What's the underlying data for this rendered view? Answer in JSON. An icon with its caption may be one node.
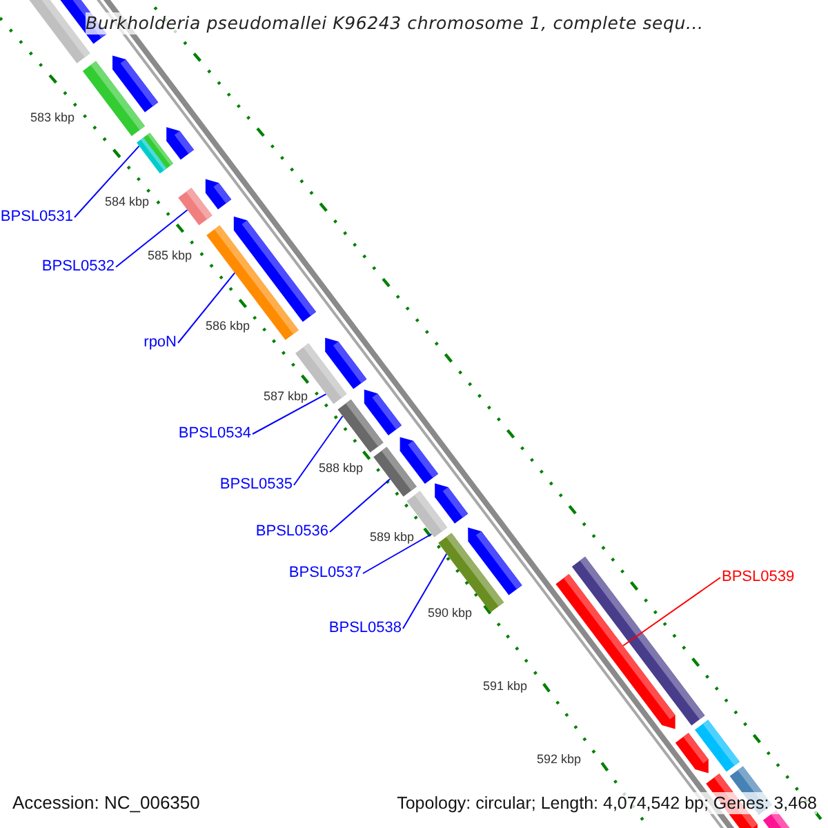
{
  "diagram": {
    "title": "Burkholderia pseudomallei K96243 chromosome 1, complete sequ...",
    "nodes": [
      {
        "text": [
          "BPSL0531"
        ]
      },
      {
        "text": [
          "BPSL0532"
        ]
      },
      {
        "text": [
          "rpoN"
        ]
      },
      {
        "text": [
          "BPSL0534"
        ]
      },
      {
        "text": [
          "BPSL0535"
        ]
      },
      {
        "text": [
          "BPSL0536"
        ]
      },
      {
        "text": [
          "BPSL0537"
        ]
      },
      {
        "text": [
          "BPSL0538"
        ]
      },
      {
        "text": [
          "BPSL0539"
        ]
      },
      {
        "text": [],
        "shape": "bar"
      },
      {
        "text": [],
        "shape": "bar"
      },
      {
        "text": [],
        "shape": "bar"
      },
      {
        "text": [],
        "shape": "bar"
      },
      {
        "text": [],
        "shape": "bar"
      },
      {
        "text": [],
        "shape": "bar"
      },
      {
        "text": [],
        "shape": "bar"
      },
      {
        "text": [],
        "shape": "bar"
      },
      {
        "text": [],
        "shape": "arrow"
      }
    ],
    "edges": [
      {
        "from": 0,
        "to": 9,
        "arrow": "none"
      },
      {
        "from": 1,
        "to": 10,
        "arrow": "none"
      },
      {
        "from": 2,
        "to": 11,
        "arrow": "none"
      },
      {
        "from": 3,
        "to": 12,
        "arrow": "none"
      },
      {
        "from": 4,
        "to": 13,
        "arrow": "none"
      },
      {
        "from": 5,
        "to": 14,
        "arrow": "none"
      },
      {
        "from": 6,
        "to": 15,
        "arrow": "none"
      },
      {
        "from": 7,
        "to": 16,
        "arrow": "none"
      },
      {
        "from": 8,
        "to": 17,
        "arrow": "none",
        "color": "#ff0000"
      }
    ],
    "labels": [
      "583 kbp",
      "584 kbp",
      "585 kbp",
      "586 kbp",
      "587 kbp",
      "588 kbp",
      "589 kbp",
      "590 kbp",
      "591 kbp",
      "592 kbp",
      "Accession: NC_006350",
      "Topology: circular; Length: 4,074,542 bp; Genes: 3,468"
    ]
  }
}
